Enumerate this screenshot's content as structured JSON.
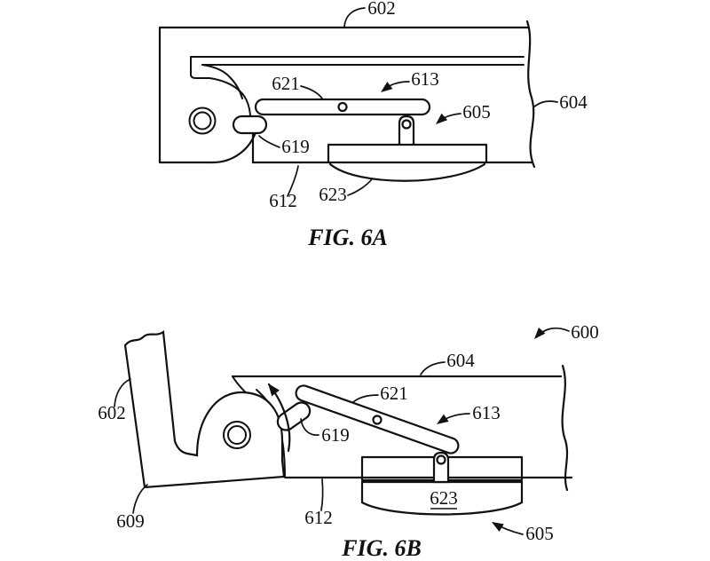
{
  "colors": {
    "ink": "#111111",
    "background": "#ffffff"
  },
  "fig6a": {
    "caption": "FIG. 6A",
    "refs": {
      "r602": "602",
      "r604": "604",
      "r605": "605",
      "r612": "612",
      "r613": "613",
      "r619": "619",
      "r621": "621",
      "r623": "623"
    }
  },
  "fig6b": {
    "caption": "FIG. 6B",
    "refs": {
      "r600": "600",
      "r602": "602",
      "r604": "604",
      "r605": "605",
      "r609": "609",
      "r612": "612",
      "r613": "613",
      "r619": "619",
      "r621": "621",
      "r623": "623"
    }
  }
}
